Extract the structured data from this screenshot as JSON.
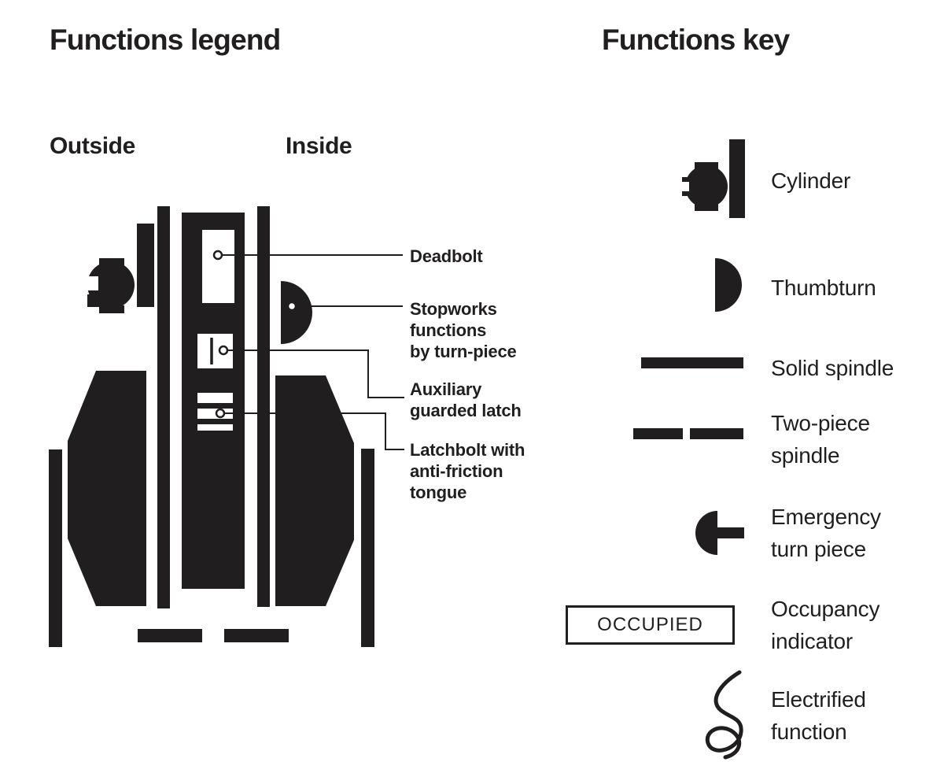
{
  "page": {
    "background": "#ffffff",
    "ink": "#211e1f"
  },
  "legend": {
    "title": "Functions legend",
    "outside_label": "Outside",
    "inside_label": "Inside",
    "callouts": [
      {
        "label": "Deadbolt"
      },
      {
        "label": "Stopworks\nfunctions\nby turn-piece"
      },
      {
        "label": "Auxiliary\nguarded latch"
      },
      {
        "label": "Latchbolt with\nanti-friction\ntongue"
      }
    ]
  },
  "key": {
    "title": "Functions key",
    "items": [
      {
        "icon": "cylinder-icon",
        "label": "Cylinder"
      },
      {
        "icon": "thumbturn-icon",
        "label": "Thumbturn"
      },
      {
        "icon": "solid-spindle-icon",
        "label": "Solid spindle"
      },
      {
        "icon": "two-piece-spindle-icon",
        "label": "Two-piece\nspindle"
      },
      {
        "icon": "emergency-turn-piece-icon",
        "label": "Emergency\nturn piece"
      },
      {
        "icon": "occupancy-indicator-icon",
        "label": "Occupancy\nindicator",
        "indicator_text": "OCCUPIED"
      },
      {
        "icon": "electrified-function-icon",
        "label": "Electrified\nfunction"
      }
    ]
  }
}
